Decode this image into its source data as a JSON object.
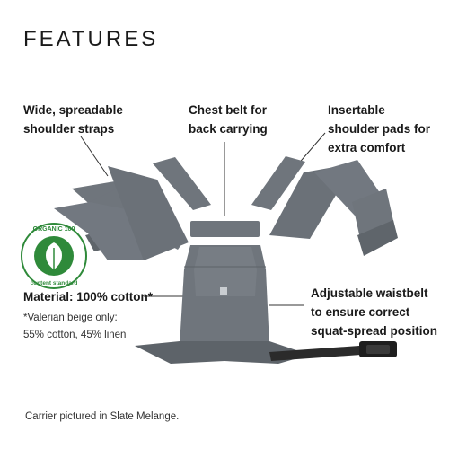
{
  "page": {
    "title": "FEATURES"
  },
  "callouts": {
    "shoulder_straps": [
      "Wide, spreadable",
      "shoulder straps"
    ],
    "chest_belt": [
      "Chest belt for",
      "back carrying"
    ],
    "shoulder_pads": [
      "Insertable",
      "shoulder pads for",
      "extra comfort"
    ],
    "material": "Material: 100% cotton*",
    "material_note": [
      "*Valerian beige only:",
      "55% cotton, 45% linen"
    ],
    "waistbelt": [
      "Adjustable waistbelt",
      "to ensure correct",
      "squat-spread position"
    ]
  },
  "badge": {
    "top_text": "ORGANIC 100",
    "bottom_text": "content standard"
  },
  "caption": "Carrier pictured in Slate Melange.",
  "colors": {
    "fabric": "#6f757c",
    "fabric_dark": "#5d6369",
    "badge_green": "#2f8a3a",
    "waistbelt": "#2b2b2b"
  },
  "icons": {
    "badge": "leaf-icon"
  }
}
